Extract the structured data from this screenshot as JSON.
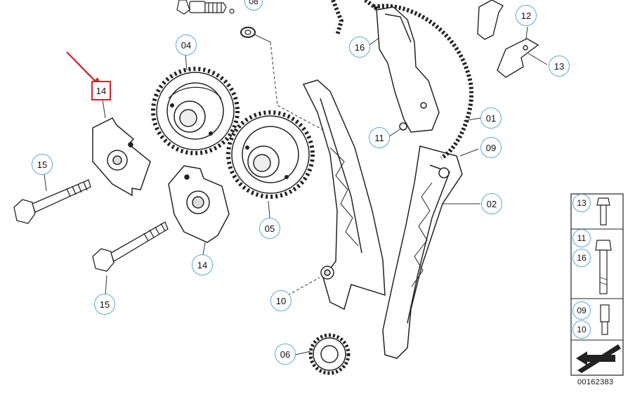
{
  "diagram_id": "00162383",
  "highlight_color": "#d0222b",
  "callout_color": "#5aa9d6",
  "callouts": [
    {
      "key": "c08",
      "label": "08"
    },
    {
      "key": "c04",
      "label": "04"
    },
    {
      "key": "c14a",
      "label": "14"
    },
    {
      "key": "c15a",
      "label": "15"
    },
    {
      "key": "c05",
      "label": "05"
    },
    {
      "key": "c14b",
      "label": "14"
    },
    {
      "key": "c15b",
      "label": "15"
    },
    {
      "key": "c10a",
      "label": "10"
    },
    {
      "key": "c06",
      "label": "06"
    },
    {
      "key": "c16",
      "label": "16"
    },
    {
      "key": "c11",
      "label": "11"
    },
    {
      "key": "c01",
      "label": "01"
    },
    {
      "key": "c09",
      "label": "09"
    },
    {
      "key": "c02",
      "label": "02"
    },
    {
      "key": "c12",
      "label": "12"
    },
    {
      "key": "c13",
      "label": "13"
    }
  ],
  "legend": [
    {
      "key": "l13",
      "label": "13"
    },
    {
      "key": "l11",
      "label": "11"
    },
    {
      "key": "l16",
      "label": "16"
    },
    {
      "key": "l09",
      "label": "09"
    },
    {
      "key": "l10",
      "label": "10"
    }
  ]
}
